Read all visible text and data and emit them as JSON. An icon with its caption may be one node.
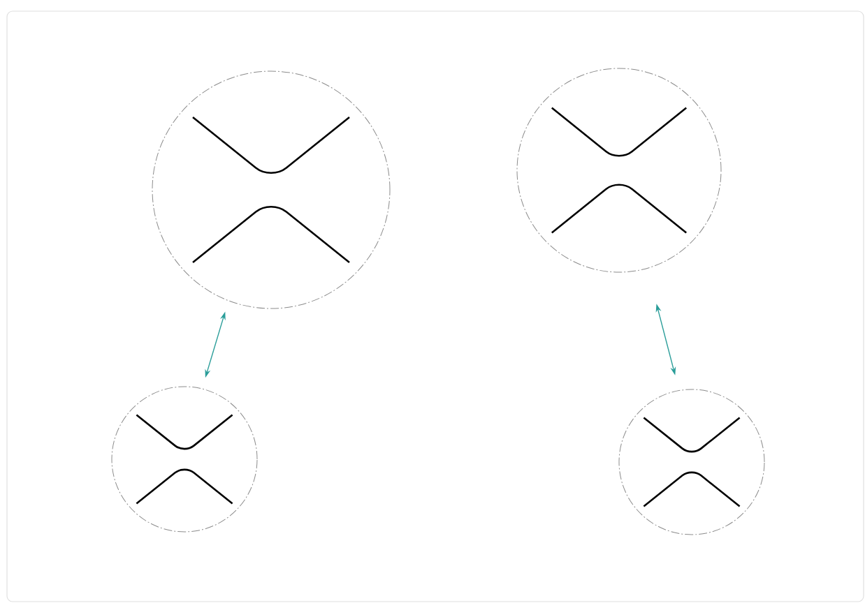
{
  "diagram": {
    "nodes": [
      {
        "text": [],
        "shape": "circle"
      },
      {
        "text": [],
        "shape": "circle"
      },
      {
        "text": [],
        "shape": "circle"
      },
      {
        "text": [],
        "shape": "circle"
      }
    ],
    "edges": [
      {
        "from": 0,
        "to": 2,
        "arrow": "both"
      },
      {
        "from": 1,
        "to": 3,
        "arrow": "both"
      }
    ]
  }
}
